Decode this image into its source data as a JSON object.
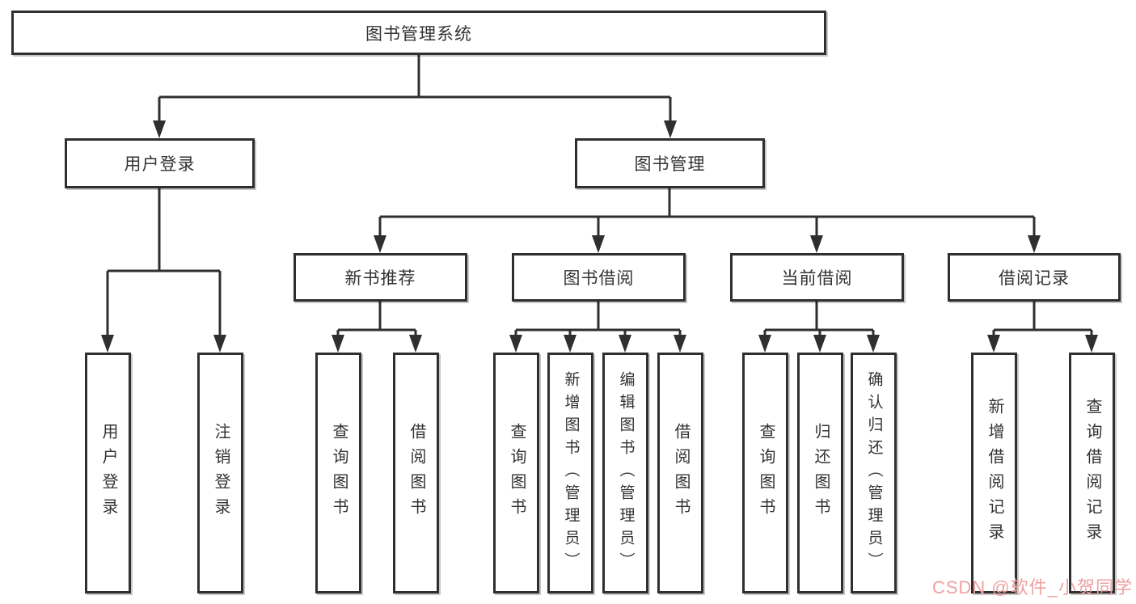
{
  "diagram": {
    "root": {
      "label": "图书管理系统"
    },
    "branches": [
      {
        "label": "用户登录",
        "children": [
          {
            "label": "用户登录"
          },
          {
            "label": "注销登录"
          }
        ]
      },
      {
        "label": "图书管理",
        "children": [
          {
            "label": "新书推荐",
            "children": [
              {
                "label": "查询图书"
              },
              {
                "label": "借阅图书"
              }
            ]
          },
          {
            "label": "图书借阅",
            "children": [
              {
                "label": "查询图书"
              },
              {
                "label": "新增图书（管理员）"
              },
              {
                "label": "编辑图书（管理员）"
              },
              {
                "label": "借阅图书"
              }
            ]
          },
          {
            "label": "当前借阅",
            "children": [
              {
                "label": "查询图书"
              },
              {
                "label": "归还图书"
              },
              {
                "label": "确认归还（管理员）"
              }
            ]
          },
          {
            "label": "借阅记录",
            "children": [
              {
                "label": "新增借阅记录"
              },
              {
                "label": "查询借阅记录"
              }
            ]
          }
        ]
      }
    ]
  },
  "watermark": {
    "text": "CSDN @软件_小贺同学"
  },
  "colors": {
    "line": "#2f2f2f",
    "box_border": "#2f2f2f",
    "text": "#333333",
    "watermark": "#f0a0a0",
    "background": "#ffffff"
  }
}
